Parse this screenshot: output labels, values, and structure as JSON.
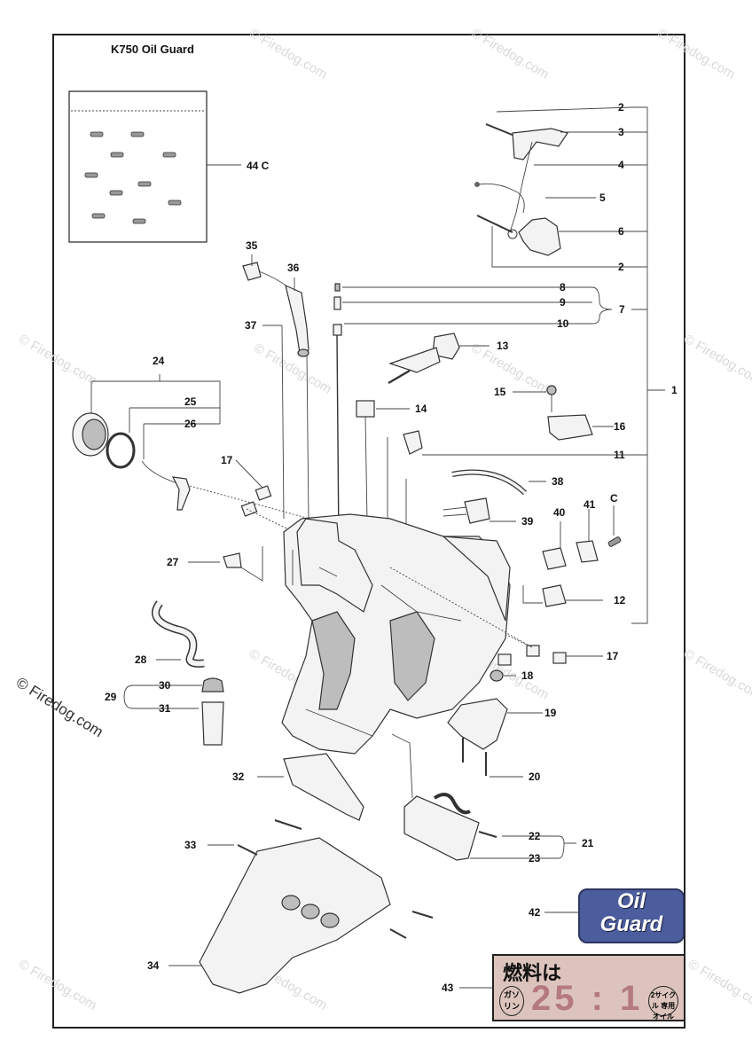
{
  "title": "K750 Oil Guard",
  "watermark": "© Firedog.com",
  "watermark_side": "© Firedog.com",
  "callouts": {
    "c1": "1",
    "c2a": "2",
    "c2b": "2",
    "c3": "3",
    "c4": "4",
    "c5": "5",
    "c6": "6",
    "c7": "7",
    "c8": "8",
    "c9": "9",
    "c10": "10",
    "c11": "11",
    "c12": "12",
    "c13": "13",
    "c14": "14",
    "c15": "15",
    "c16": "16",
    "c17a": "17",
    "c17b": "17",
    "c18": "18",
    "c19": "19",
    "c20": "20",
    "c21": "21",
    "c22": "22",
    "c23": "23",
    "c24": "24",
    "c25": "25",
    "c26": "26",
    "c27": "27",
    "c28": "28",
    "c29": "29",
    "c30": "30",
    "c31": "31",
    "c32": "32",
    "c33": "33",
    "c34": "34",
    "c35": "35",
    "c36": "36",
    "c37": "37",
    "c38": "38",
    "c39": "39",
    "c40": "40",
    "c41": "41",
    "c42": "42",
    "c43": "43",
    "c44": "44 C",
    "cC": "C"
  },
  "oil_guard_label": {
    "line1": "Oil",
    "line2": "Guard"
  },
  "fuel_label": {
    "top": "燃料は",
    "left": "ガソ リン",
    "ratio": "25 : 1",
    "right": "2サイクル 専用オイル"
  }
}
